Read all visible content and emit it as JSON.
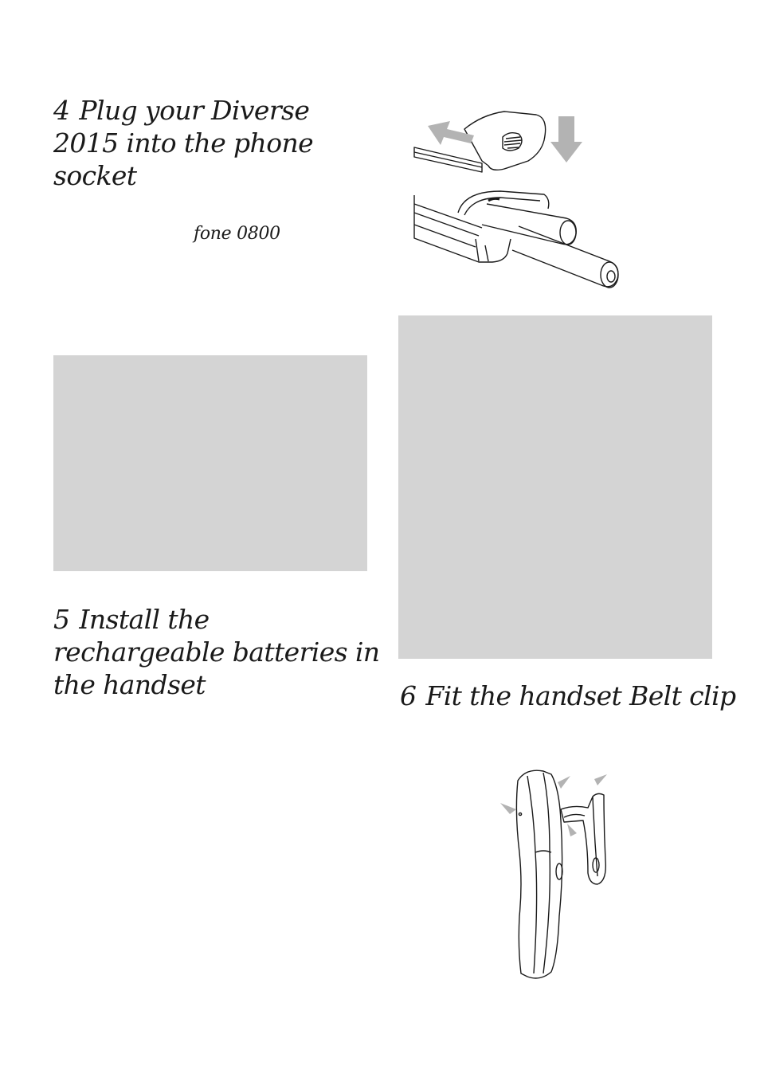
{
  "step4": {
    "number": "4",
    "title_line1": "Plug your Diverse",
    "title_line2": "2015 into the phone",
    "title_line3": "socket",
    "note": "fone 0800"
  },
  "step5": {
    "number": "5",
    "title_line1": "Install the",
    "title_line2": "rechargeable batteries in",
    "title_line3": "the handset"
  },
  "step6": {
    "number": "6",
    "title": "Fit the handset Belt clip"
  },
  "colors": {
    "placeholder_gray": "#d4d4d4",
    "arrow_gray": "#b3b3b3",
    "ink": "#1a1a1a"
  },
  "icons": {
    "battery_illustration": "battery-compartment-illustration",
    "belt_clip_illustration": "belt-clip-illustration"
  }
}
